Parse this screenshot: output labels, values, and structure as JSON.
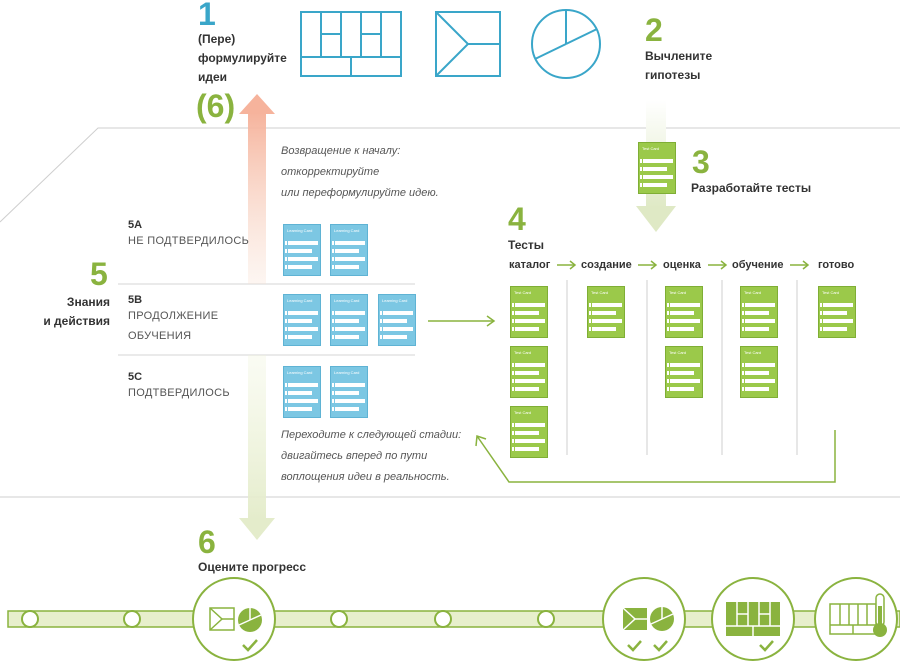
{
  "steps": {
    "step1": {
      "number": "1",
      "label_line1": "(Пере)",
      "label_line2": "формулируйте",
      "label_line3": "идеи",
      "loop_number": "(6)"
    },
    "step2": {
      "number": "2",
      "label_line1": "Вычлените",
      "label_line2": "гипотезы"
    },
    "step3": {
      "number": "3",
      "label": "Разработайте тесты"
    },
    "step4": {
      "number": "4",
      "label": "Тесты"
    },
    "step5": {
      "number": "5",
      "label_line1": "Знания",
      "label_line2": "и действия"
    },
    "step6": {
      "number": "6",
      "label": "Оцените прогресс"
    }
  },
  "notes": {
    "back": [
      "Возвращение к началу:",
      "откорректируйте",
      "или переформулируйте идею."
    ],
    "forward": [
      "Переходите к следующей стадии:",
      "двигайтесь вперед по пути",
      "воплощения идеи в реальность."
    ]
  },
  "outcomes": [
    {
      "code": "5A",
      "text": [
        "НЕ ПОДТВЕРДИЛОСЬ"
      ]
    },
    {
      "code": "5B",
      "text": [
        "ПРОДОЛЖЕНИЕ",
        "ОБУЧЕНИЯ"
      ]
    },
    {
      "code": "5C",
      "text": [
        "ПОДТВЕРДИЛОСЬ"
      ]
    }
  ],
  "board_columns": [
    "каталог",
    "создание",
    "оценка",
    "обучение",
    "готово"
  ],
  "card_labels": {
    "test": "Test Card",
    "learning": "Learning Card"
  },
  "colors": {
    "blue": "#3aa6c9",
    "green": "#8ab33f",
    "card_blue": "#7cc7e3",
    "card_green": "#9bc94a"
  },
  "icons": [
    "business-model-canvas-icon",
    "value-proposition-canvas-icon",
    "customer-profile-icon",
    "checkmark-icon",
    "thermometer-icon"
  ]
}
